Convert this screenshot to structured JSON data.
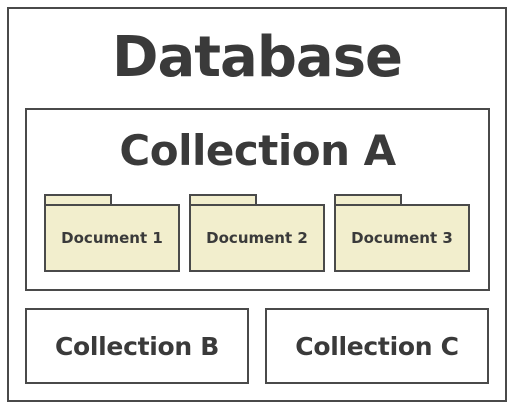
{
  "database": {
    "title": "Database"
  },
  "collection_a": {
    "title": "Collection A",
    "documents": [
      {
        "label": "Document 1"
      },
      {
        "label": "Document 2"
      },
      {
        "label": "Document 3"
      }
    ]
  },
  "collection_b": {
    "title": "Collection B"
  },
  "collection_c": {
    "title": "Collection C"
  },
  "colors": {
    "border": "#4a4a4a",
    "text": "#3a3a3a",
    "folder_fill": "#f2eecd",
    "background": "#ffffff"
  },
  "icons": {
    "document": "folder-icon"
  }
}
